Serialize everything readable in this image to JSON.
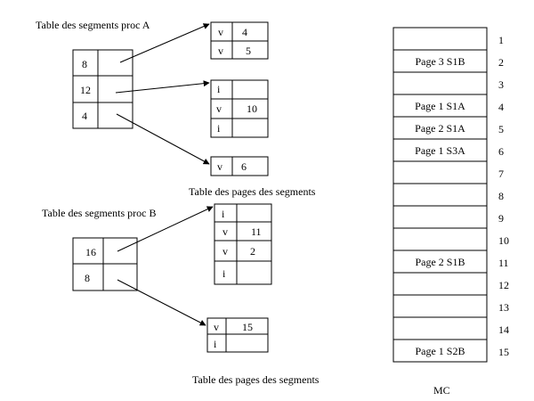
{
  "labels": {
    "seg_table_a_title": "Table des segments proc A",
    "seg_table_b_title": "Table des segments proc B",
    "page_tables_caption_1": "Table des pages des segments",
    "page_tables_caption_2": "Table des pages des segments",
    "memory_label": "MC"
  },
  "proc_a": {
    "segment_rows": [
      "8",
      "12",
      "4"
    ],
    "page_tables": [
      {
        "rows": [
          {
            "bit": "v",
            "frame": "4"
          },
          {
            "bit": "v",
            "frame": "5"
          }
        ]
      },
      {
        "rows": [
          {
            "bit": "i",
            "frame": ""
          },
          {
            "bit": "v",
            "frame": "10"
          },
          {
            "bit": "i",
            "frame": ""
          }
        ]
      },
      {
        "rows": [
          {
            "bit": "v",
            "frame": "6"
          }
        ]
      }
    ]
  },
  "proc_b": {
    "segment_rows": [
      "16",
      "8"
    ],
    "page_tables": [
      {
        "rows": [
          {
            "bit": "i",
            "frame": ""
          },
          {
            "bit": "v",
            "frame": "11"
          },
          {
            "bit": "v",
            "frame": "2"
          },
          {
            "bit": "i",
            "frame": ""
          }
        ]
      },
      {
        "rows": [
          {
            "bit": "v",
            "frame": "15"
          },
          {
            "bit": "i",
            "frame": ""
          }
        ]
      }
    ]
  },
  "memory": {
    "frames": [
      {
        "num": "1",
        "content": ""
      },
      {
        "num": "2",
        "content": "Page 3 S1B"
      },
      {
        "num": "3",
        "content": ""
      },
      {
        "num": "4",
        "content": "Page 1 S1A"
      },
      {
        "num": "5",
        "content": "Page 2 S1A"
      },
      {
        "num": "6",
        "content": "Page 1 S3A"
      },
      {
        "num": "7",
        "content": ""
      },
      {
        "num": "8",
        "content": ""
      },
      {
        "num": "9",
        "content": ""
      },
      {
        "num": "10",
        "content": ""
      },
      {
        "num": "11",
        "content": "Page 2 S1B"
      },
      {
        "num": "12",
        "content": ""
      },
      {
        "num": "13",
        "content": ""
      },
      {
        "num": "14",
        "content": ""
      },
      {
        "num": "15",
        "content": "Page 1 S2B"
      }
    ]
  }
}
